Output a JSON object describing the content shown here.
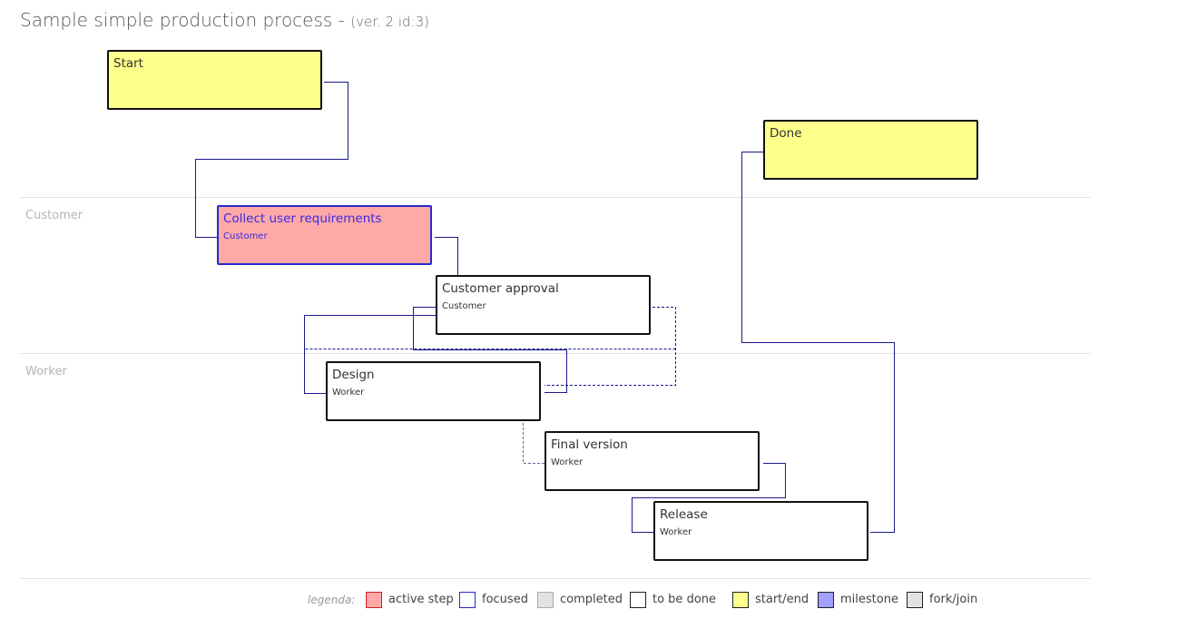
{
  "header": {
    "title": "Sample simple production process -",
    "version": "(ver. 2 id:3)"
  },
  "lanes": [
    {
      "label": "Customer"
    },
    {
      "label": "Worker"
    }
  ],
  "nodes": {
    "start": {
      "title": "Start",
      "role": ""
    },
    "done": {
      "title": "Done",
      "role": ""
    },
    "collect": {
      "title": "Collect user requirements",
      "role": "Customer"
    },
    "approval": {
      "title": "Customer approval",
      "role": "Customer"
    },
    "design": {
      "title": "Design",
      "role": "Worker"
    },
    "final": {
      "title": "Final version",
      "role": "Worker"
    },
    "release": {
      "title": "Release",
      "role": "Worker"
    }
  },
  "legend": {
    "title": "legenda:",
    "items": [
      {
        "label": "active step",
        "color": "#ffa8a8"
      },
      {
        "label": "focused",
        "color": "#ffffff"
      },
      {
        "label": "completed",
        "color": "#e2e2e2"
      },
      {
        "label": "to be done",
        "color": "#ffffff"
      },
      {
        "label": "start/end",
        "color": "#ffff8c"
      },
      {
        "label": "milestone",
        "color": "#a0a0ff"
      },
      {
        "label": "fork/join",
        "color": "#e2e2e2"
      }
    ]
  },
  "colors": {
    "connector": "#1a1a8c",
    "active_border": "#2a2aca",
    "active_fill": "#ffa8a8",
    "start_end_fill": "#ffff8c"
  }
}
